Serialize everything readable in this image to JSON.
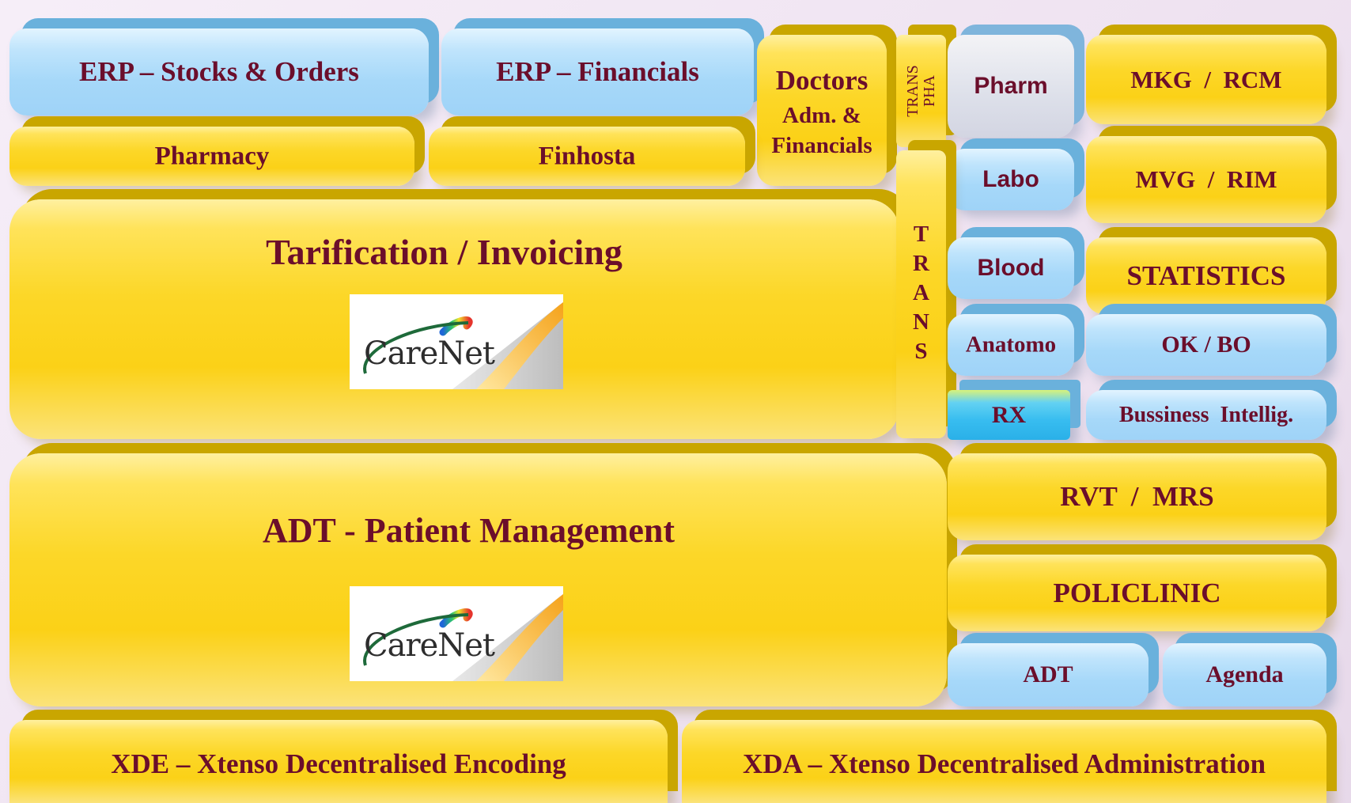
{
  "blocks": {
    "erp_stocks": "ERP – Stocks & Orders",
    "erp_fin": "ERP – Financials",
    "doctors_title": "Doctors",
    "doctors_sub1": "Adm. &",
    "doctors_sub2": "Financials",
    "trans_pha_1": "TRANS",
    "trans_pha_2": "PHA",
    "pharm": "Pharm",
    "mkg": "MKG  /  RCM",
    "pharmacy": "Pharmacy",
    "finhosta": "Finhosta",
    "labo": "Labo",
    "mvg": "MVG  /  RIM",
    "tarification": "Tarification / Invoicing",
    "trans_letters": [
      "T",
      "R",
      "A",
      "N",
      "S"
    ],
    "blood": "Blood",
    "statistics": "STATISTICS",
    "anatomo": "Anatomo",
    "okbo": "OK / BO",
    "rx": "RX",
    "bi": "Bussiness  Intellig.",
    "adt_main": "ADT - Patient Management",
    "rvt": "RVT  /  MRS",
    "policlinic": "POLICLINIC",
    "adt": "ADT",
    "agenda": "Agenda",
    "xde": "XDE – Xtenso Decentralised Encoding",
    "xda": "XDA – Xtenso Decentralised Administration"
  },
  "logo": {
    "text": "CareNet"
  },
  "colors": {
    "text": "#6b0e2b",
    "yellow": "#fbd117",
    "blue": "#a6d8f9",
    "yellow_edge": "#c9a600",
    "blue_edge": "#6ab1dc"
  }
}
